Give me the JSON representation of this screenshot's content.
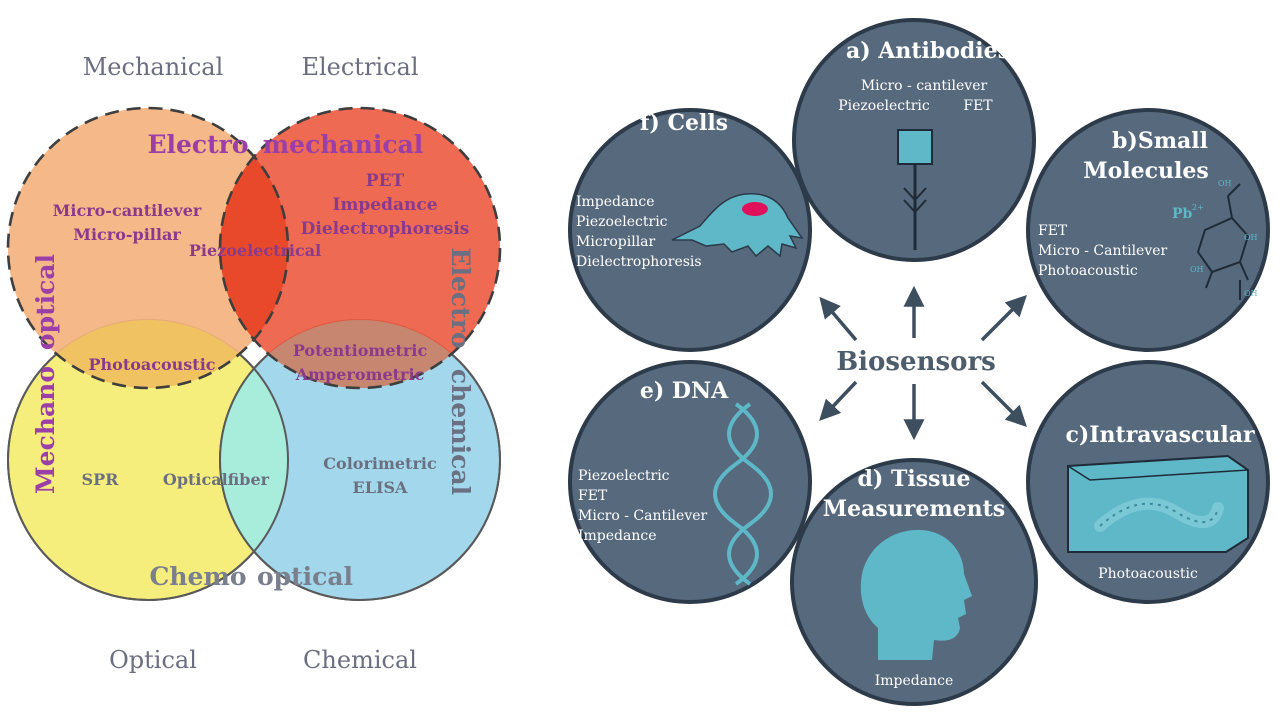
{
  "venn": {
    "outer_labels": {
      "mechanical": "Mechanical",
      "electrical": "Electrical",
      "optical": "Optical",
      "chemical": "Chemical"
    },
    "overlap_labels": {
      "electro": "Electro",
      "mechanical": "mechanical",
      "mechano": "Mechano",
      "optical_left": "optical",
      "electro_right": "Electro",
      "chemical_right": "chemical",
      "chemo": "Chemo",
      "optical_bottom": "optical"
    },
    "items": {
      "micro_cantilever": "Micro-cantilever",
      "micro_pillar": "Micro-pillar",
      "piezoelectrical": "Piezoelectrical",
      "pet": "PET",
      "impedance": "Impedance",
      "dielectrophoresis": "Dielectrophoresis",
      "photoacoustic": "Photoacoustic",
      "potentiometric": "Potentiometric",
      "amperometric": "Amperometric",
      "spr": "SPR",
      "optical_fiber": "Opticalfiber",
      "colorimetric": "Colorimetric",
      "elisa": "ELISA"
    },
    "colors": {
      "mechanical": "#f4b27e",
      "electrical": "#ec5a40",
      "optical": "#f6ee7c",
      "chemical": "#9fd7ec",
      "overlap_label": "#9b3fa8",
      "item_text": "#8a3a8c",
      "outer_label": "#6b6e80"
    }
  },
  "biosensors": {
    "center_label": "Biosensors",
    "nodes": {
      "antibodies": {
        "title": "a) Antibodies",
        "lines": [
          "Micro - cantilever",
          "Piezoelectric",
          "FET"
        ]
      },
      "small_molecules": {
        "title_line1": "b)Small",
        "title_line2": "Molecules",
        "lines": [
          "FET",
          "Micro - Cantilever",
          "Photoacoustic"
        ],
        "pb_label": "Pb",
        "pb_sup": "2+",
        "oh": "OH"
      },
      "intravascular": {
        "title": "c)Intravascular",
        "lines": [
          "Photoacoustic"
        ]
      },
      "tissue": {
        "title_line1": "d) Tissue",
        "title_line2": "Measurements",
        "lines": [
          "Impedance"
        ]
      },
      "dna": {
        "title": "e) DNA",
        "lines": [
          "Piezoelectric",
          "FET",
          "Micro - Cantilever",
          "Impedance"
        ]
      },
      "cells": {
        "title": "f) Cells",
        "lines": [
          "Impedance",
          "Piezoelectric",
          "Micropillar",
          "Dielectrophoresis"
        ]
      }
    },
    "colors": {
      "circle_fill": "#56697d",
      "circle_border": "#2c3a4a",
      "icon": "#5fb8c8",
      "arrow": "#3d4e5e",
      "center_text": "#4e5d6c",
      "text": "#ffffff"
    }
  }
}
